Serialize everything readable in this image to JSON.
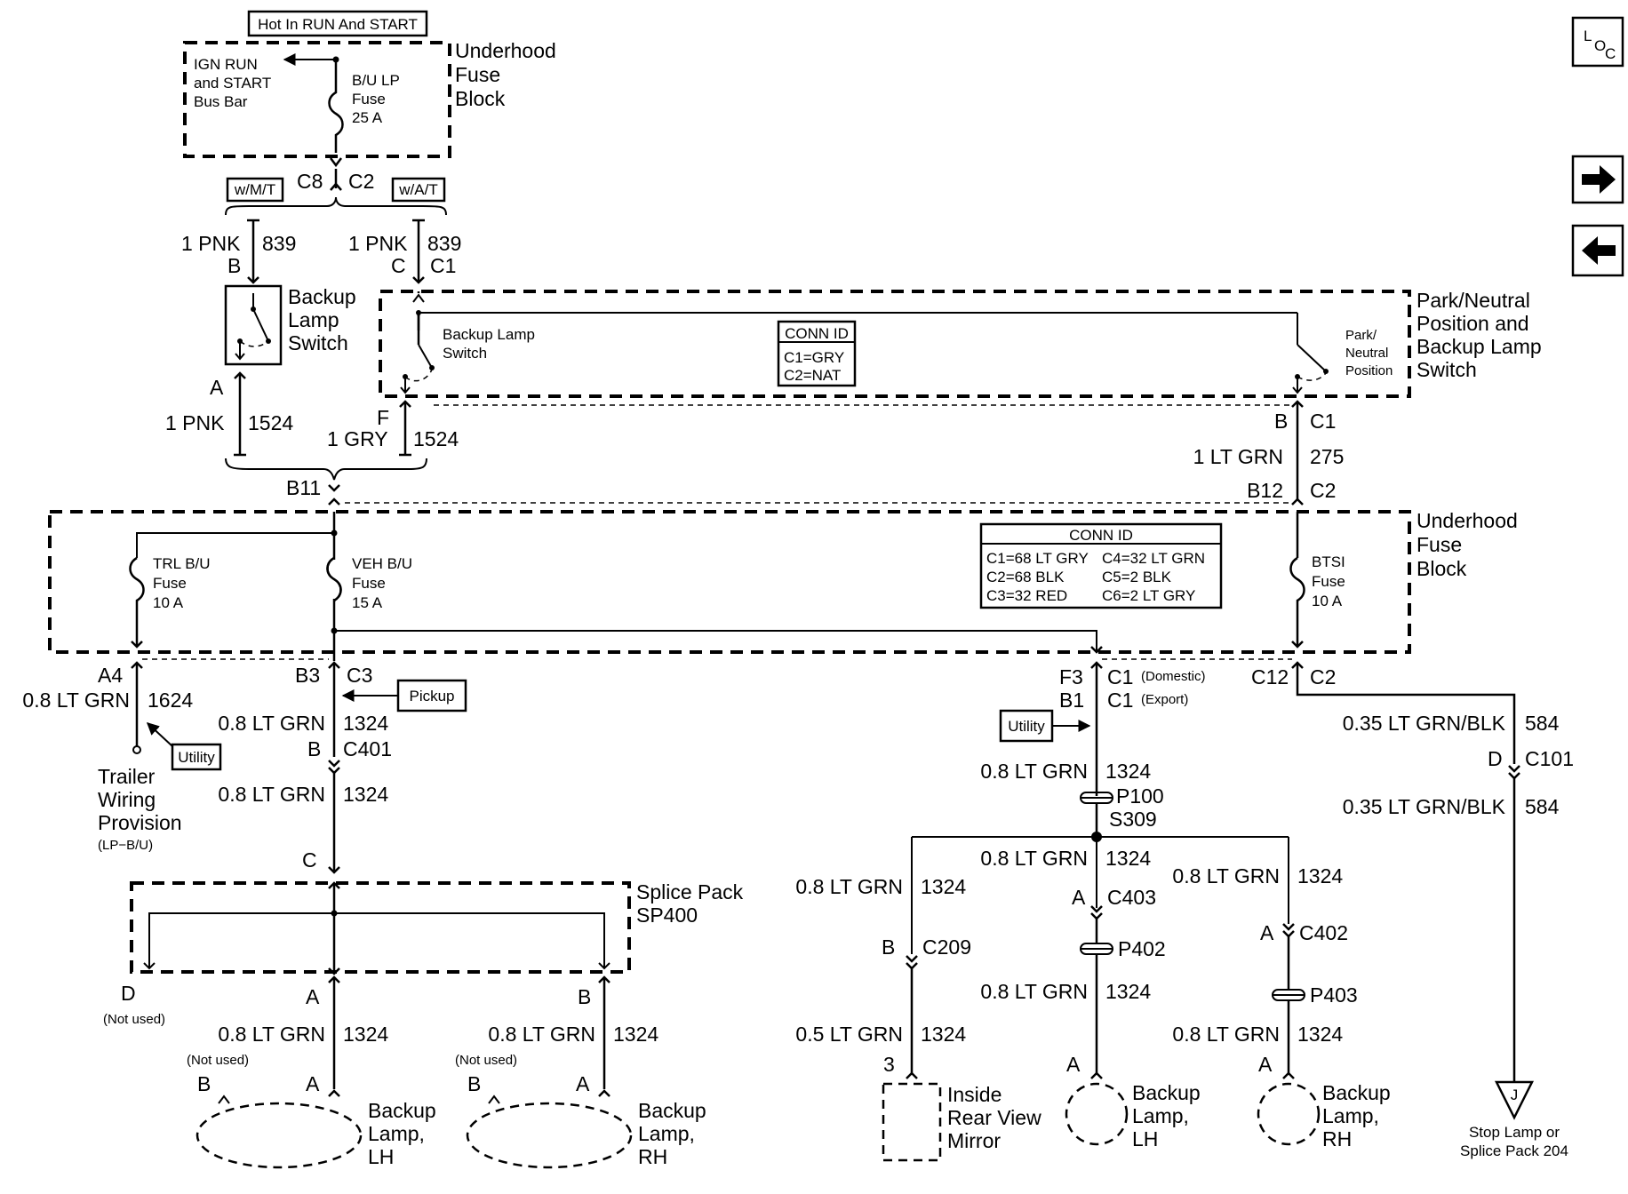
{
  "header": {
    "hot_in": "Hot In RUN And START"
  },
  "nav": {
    "loc_l": "L",
    "loc_o": "O",
    "loc_c": "C"
  },
  "underhood_top": {
    "title": [
      "Underhood",
      "Fuse",
      "Block"
    ],
    "bus_bar": [
      "IGN RUN",
      "and START",
      "Bus Bar"
    ],
    "fuse": [
      "B/U LP",
      "Fuse",
      "25 A"
    ]
  },
  "conn_top": {
    "c8": "C8",
    "c2": "C2",
    "wmt": "w/M/T",
    "wat": "w/A/T"
  },
  "left_branch": {
    "wire": "1 PNK",
    "circuit": "839",
    "pin": "B",
    "switch_label": [
      "Backup",
      "Lamp",
      "Switch"
    ],
    "pin_a": "A",
    "wire2": "1 PNK",
    "circuit2": "1524"
  },
  "right_branch": {
    "wire": "1 PNK",
    "circuit": "839",
    "pin": "C",
    "conn": "C1"
  },
  "pnp_switch": {
    "title": [
      "Park/Neutral",
      "Position and",
      "Backup Lamp",
      "Switch"
    ],
    "backup_contact": [
      "Backup Lamp",
      "Switch"
    ],
    "pn_contact": [
      "Park/",
      "Neutral",
      "Position"
    ],
    "conn_id_title": "CONN ID",
    "conn_id": [
      "C1=GRY",
      "C2=NAT"
    ],
    "pin_f": "F",
    "wire": "1 GRY",
    "circuit": "1524",
    "pin_b": "B",
    "conn_c1": "C1"
  },
  "circuit_275": {
    "wire": "1 LT GRN",
    "circuit": "275",
    "b12": "B12",
    "c2": "C2"
  },
  "b11": "B11",
  "underhood_mid": {
    "title": [
      "Underhood",
      "Fuse",
      "Block"
    ],
    "trl_fuse": [
      "TRL B/U",
      "Fuse",
      "10 A"
    ],
    "veh_fuse": [
      "VEH B/U",
      "Fuse",
      "15 A"
    ],
    "btsi_fuse": [
      "BTSI",
      "Fuse",
      "10 A"
    ],
    "conn_id_title": "CONN ID",
    "conn_id_left": [
      "C1=68 LT GRY",
      "C2=68 BLK",
      "C3=32 RED"
    ],
    "conn_id_right": [
      "C4=32 LT GRN",
      "C5=2 BLK",
      "C6=2 LT GRY"
    ]
  },
  "trailer": {
    "pin": "A4",
    "wire": "0.8 LT GRN",
    "circuit": "1624",
    "utility": "Utility",
    "label": [
      "Trailer",
      "Wiring",
      "Provision"
    ],
    "sub": "(LP−B/U)"
  },
  "center": {
    "b3": "B3",
    "c3": "C3",
    "pickup": "Pickup",
    "wire1": "0.8 LT GRN",
    "circuit1": "1324",
    "pin_b": "B",
    "c401": "C401",
    "wire2": "0.8 LT GRN",
    "circuit2": "1324",
    "pin_c": "C",
    "splice": [
      "Splice Pack",
      "SP400"
    ],
    "pin_d": "D",
    "not_used": "(Not used)",
    "pin_a": "A",
    "pin_b2": "B"
  },
  "lamp_lh": {
    "wire": "0.8 LT GRN",
    "circuit": "1324",
    "not_used": "(Not used)",
    "pin_b": "B",
    "pin_a": "A",
    "label": [
      "Backup",
      "Lamp,",
      "LH"
    ]
  },
  "lamp_rh": {
    "wire": "0.8 LT GRN",
    "circuit": "1324",
    "not_used": "(Not used)",
    "pin_b": "B",
    "pin_a": "A",
    "label": [
      "Backup",
      "Lamp,",
      "RH"
    ]
  },
  "mid_right": {
    "f3": "F3",
    "b1": "B1",
    "c1": "C1",
    "domestic": "(Domestic)",
    "export": "(Export)",
    "utility": "Utility",
    "wire1": "0.8 LT GRN",
    "circuit1": "1324",
    "p100": "P100",
    "s309": "S309",
    "wire_left": "0.8 LT GRN",
    "circuit_left": "1324",
    "pin_b": "B",
    "c209": "C209",
    "wire_left2": "0.5 LT GRN",
    "circuit_left2": "1324",
    "pin_3": "3",
    "mirror": [
      "Inside",
      "Rear View",
      "Mirror"
    ],
    "wire_mid": "0.8 LT GRN",
    "circuit_mid": "1324",
    "pin_a": "A",
    "c403": "C403",
    "p402": "P402",
    "wire_mid2": "0.8 LT GRN",
    "circuit_mid2": "1324",
    "pin_a2": "A",
    "lamp_lh": [
      "Backup",
      "Lamp,",
      "LH"
    ],
    "wire_right": "0.8 LT GRN",
    "circuit_right": "1324",
    "pin_a3": "A",
    "c402": "C402",
    "p403": "P403",
    "wire_right2": "0.8 LT GRN",
    "circuit_right2": "1324",
    "pin_a4": "A",
    "lamp_rh": [
      "Backup",
      "Lamp,",
      "RH"
    ]
  },
  "far_right": {
    "c12": "C12",
    "c2": "C2",
    "wire1": "0.35 LT GRN/BLK",
    "circuit1": "584",
    "pin_d": "D",
    "c101": "C101",
    "wire2": "0.35 LT GRN/BLK",
    "circuit2": "584",
    "ref": "J",
    "dest": [
      "Stop Lamp or",
      "Splice Pack 204"
    ]
  }
}
